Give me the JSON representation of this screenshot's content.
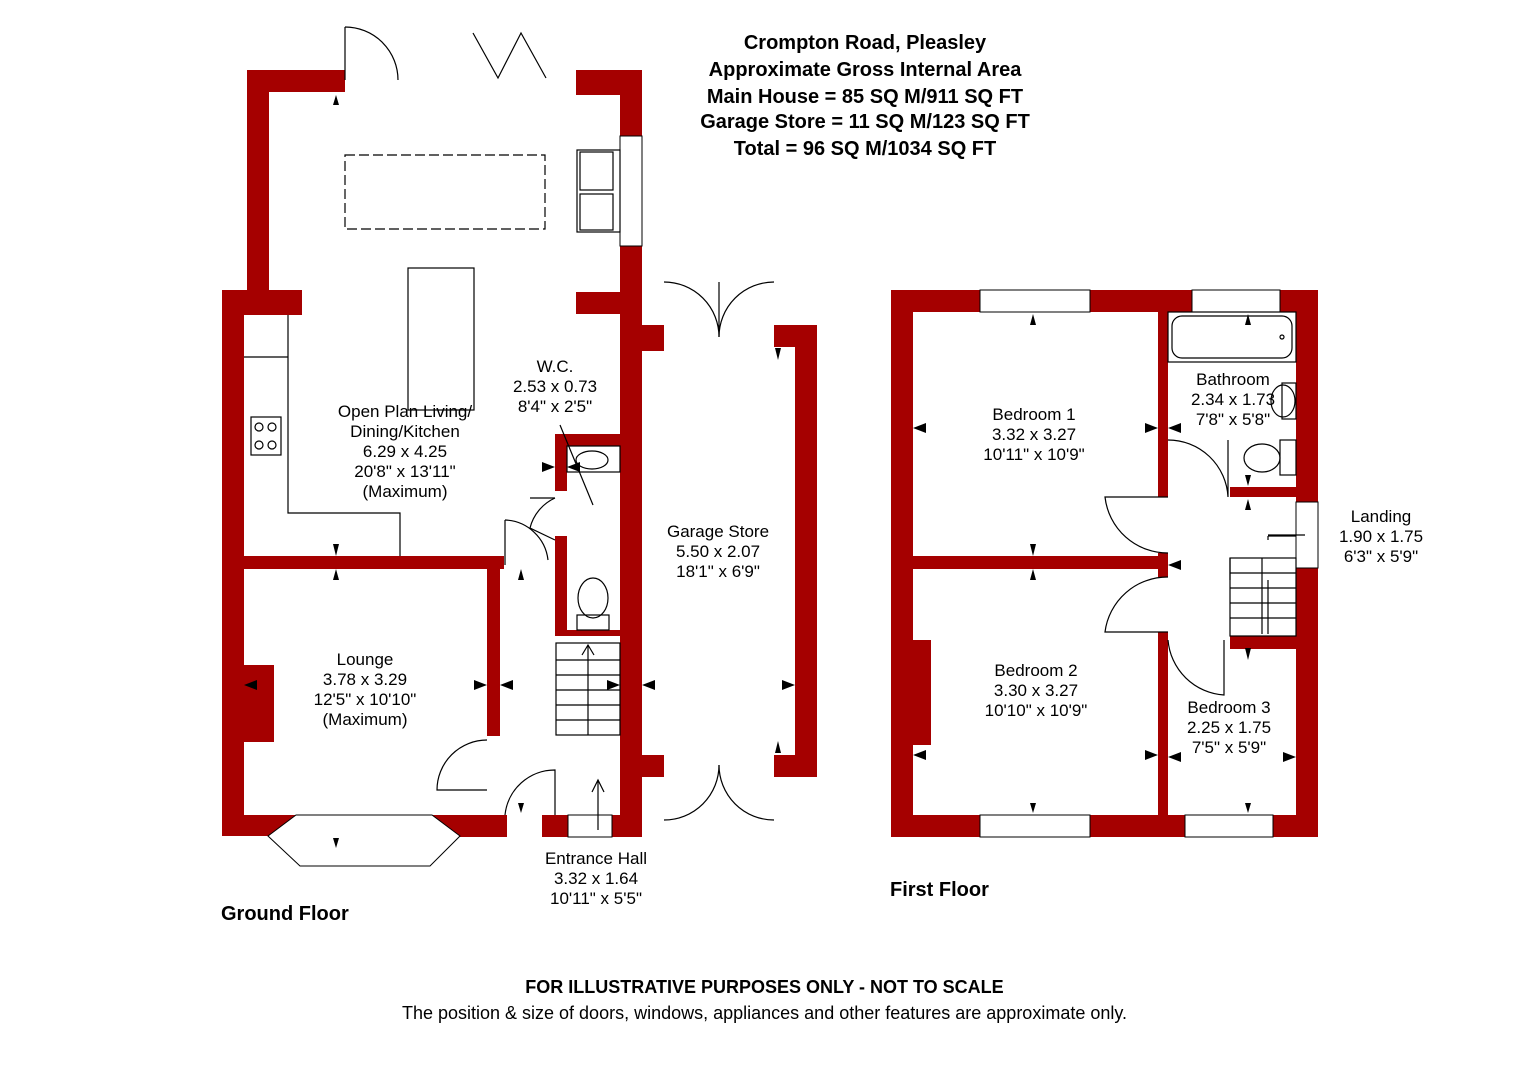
{
  "header": {
    "address": "Crompton Road, Pleasley",
    "area_title": "Approximate Gross Internal Area",
    "main_house": "Main House = 85 SQ M/911 SQ FT",
    "garage_store": "Garage Store = 11 SQ M/123 SQ FT",
    "total": "Total = 96 SQ M/1034 SQ FT"
  },
  "floors": {
    "ground": "Ground Floor",
    "first": "First Floor"
  },
  "rooms": {
    "open_plan": {
      "name": "Open Plan Living/",
      "name2": "Dining/Kitchen",
      "metric": "6.29 x 4.25",
      "imperial": "20'8\" x 13'11\"",
      "note": "(Maximum)"
    },
    "wc": {
      "name": "W.C.",
      "metric": "2.53 x 0.73",
      "imperial": "8'4\" x 2'5\""
    },
    "lounge": {
      "name": "Lounge",
      "metric": "3.78 x 3.29",
      "imperial": "12'5\" x 10'10\"",
      "note": "(Maximum)"
    },
    "entrance_hall": {
      "name": "Entrance Hall",
      "metric": "3.32 x 1.64",
      "imperial": "10'11\" x 5'5\""
    },
    "garage": {
      "name": "Garage Store",
      "metric": "5.50 x 2.07",
      "imperial": "18'1\" x 6'9\""
    },
    "bedroom1": {
      "name": "Bedroom 1",
      "metric": "3.32 x 3.27",
      "imperial": "10'11\" x 10'9\""
    },
    "bathroom": {
      "name": "Bathroom",
      "metric": "2.34 x 1.73",
      "imperial": "7'8\" x 5'8\""
    },
    "landing": {
      "name": "Landing",
      "metric": "1.90 x 1.75",
      "imperial": "6'3\" x 5'9\""
    },
    "bedroom2": {
      "name": "Bedroom 2",
      "metric": "3.30 x 3.27",
      "imperial": "10'10\" x 10'9\""
    },
    "bedroom3": {
      "name": "Bedroom 3",
      "metric": "2.25 x 1.75",
      "imperial": "7'5\" x 5'9\""
    }
  },
  "disclaimer": {
    "headline": "FOR ILLUSTRATIVE PURPOSES ONLY - NOT TO SCALE",
    "detail": "The position & size of doors, windows, appliances and other features are approximate only."
  },
  "colors": {
    "wall": "#a50000",
    "background": "#ffffff",
    "text": "#000000"
  }
}
